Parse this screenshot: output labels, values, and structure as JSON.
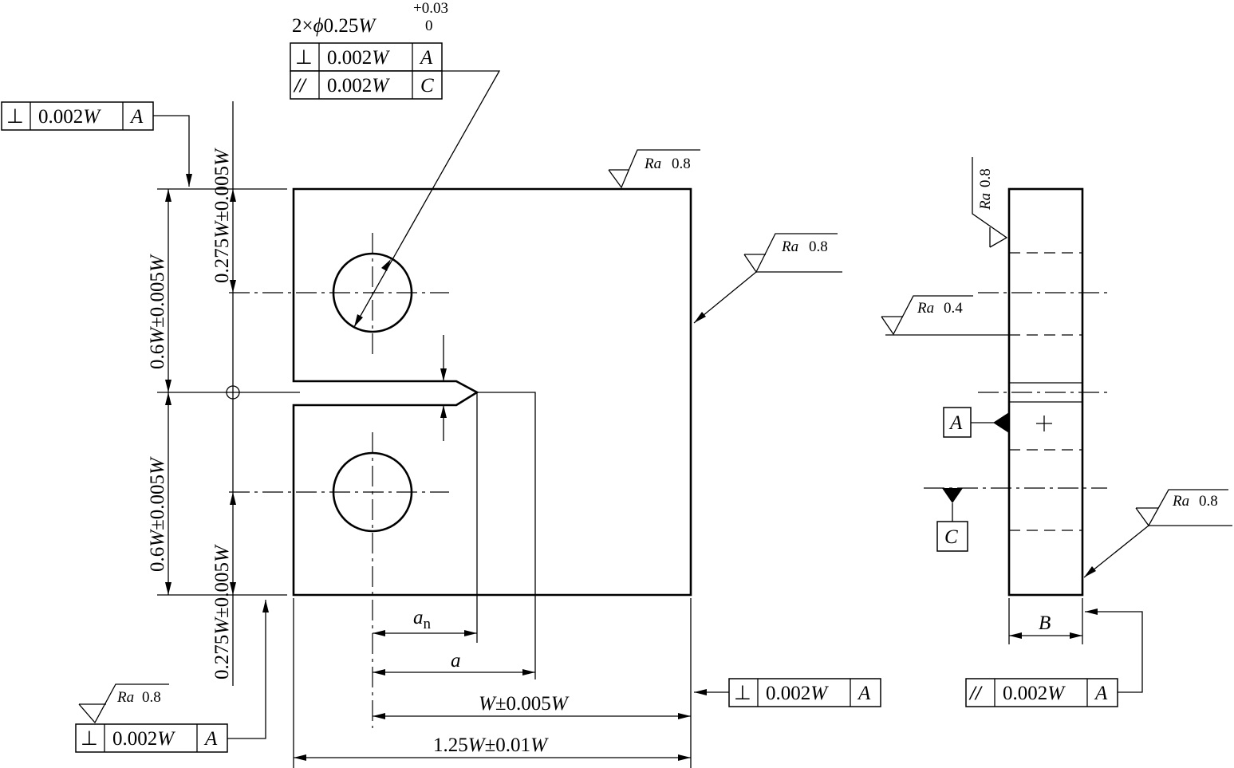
{
  "hole_spec": {
    "qty": "2×",
    "phi": "ϕ",
    "size": "0.25",
    "var": "W",
    "tol_upper": "+0.03",
    "tol_lower": "0"
  },
  "fcf_hole": [
    {
      "symbol": "⊥",
      "value": "0.002",
      "var": "W",
      "datum": "A"
    },
    {
      "symbol": "//",
      "value": "0.002",
      "var": "W",
      "datum": "C"
    }
  ],
  "fcf_top_left": {
    "symbol": "⊥",
    "value": "0.002",
    "var": "W",
    "datum": "A"
  },
  "fcf_bottom_left": {
    "symbol": "⊥",
    "value": "0.002",
    "var": "W",
    "datum": "A"
  },
  "fcf_right_front": {
    "symbol": "⊥",
    "value": "0.002",
    "var": "W",
    "datum": "A"
  },
  "fcf_side": {
    "symbol": "//",
    "value": "0.002",
    "var": "W",
    "datum": "A"
  },
  "roughness": {
    "ra_label": "Ra",
    "top": "0.8",
    "right": "0.8",
    "bottom_left": "0.8",
    "side_top": "0.8",
    "side_hole": "0.4",
    "side_right": "0.8"
  },
  "dims": {
    "vertical": {
      "dim_275_top_num": "0.275",
      "dim_275_top_tol": "±0.005",
      "dim_06_top_num": "0.6",
      "dim_06_top_tol": "±0.005",
      "dim_06_bot_num": "0.6",
      "dim_06_bot_tol": "±0.005",
      "dim_275_bot_num": "0.275",
      "dim_275_bot_tol": "±0.005",
      "var": "W"
    },
    "an_var": "a",
    "an_sub": "n",
    "a_var": "a",
    "w_var": "W",
    "w_tol": "±0.005",
    "w_tol_var": "W",
    "overall_num": "1.25",
    "overall_var": "W",
    "overall_tol": "±0.01",
    "overall_tol_var": "W",
    "thickness": "B"
  },
  "datums": {
    "a": "A",
    "c": "C"
  }
}
